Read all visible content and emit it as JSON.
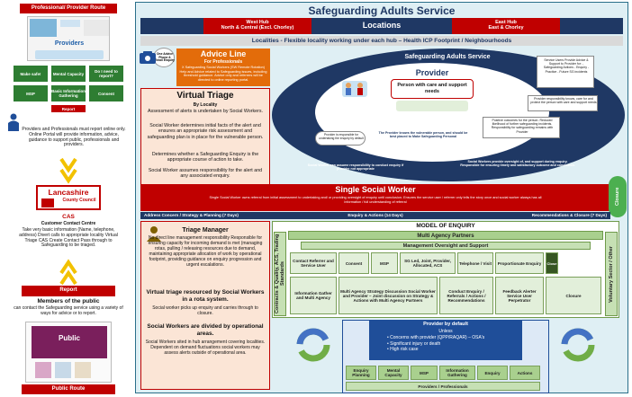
{
  "left": {
    "route_title": "Professional/ Provider Route",
    "portal_heading": "Providers",
    "buttons": [
      "Make safe!",
      "Mental Capacity",
      "Do I need to report?",
      "MSP",
      "Basic Information Gathering",
      "Consent"
    ],
    "report_label": "Report",
    "intro_text": "Providers and Professionals must report online only. Online Portal will provide information, advice, guidance to support public, professionals and providers.",
    "lcc_name": "Lancashire",
    "lcc_sub": "County Council",
    "cas_title": "CAS",
    "cas_subtitle": "Customer Contact Centre",
    "cas_text": "Take very basic information (Name, telephone, address) Divert calls to appropriate locality Virtual Triage CAS Create Contact Pass through to Safeguarding to be triaged.",
    "report_box_title": "Report",
    "members_title": "Members of the public",
    "members_text": "can contact the Safeguarding service using a variety of ways for advice or to report.",
    "public_label": "Public",
    "public_route": "Public Route"
  },
  "header": {
    "title": "Safeguarding Adults Service",
    "west_hub": "West Hub",
    "west_sub": "North & Central (Excl. Chorley)",
    "locations": "Locations",
    "east_hub": "East Hub",
    "east_sub": "East & Chorley",
    "localities": "Localities - Flexible locality working under each hub – Health ICP Footprint / Neighbourhoods"
  },
  "advice": {
    "bubble": "One Advice Phone & Email Enquiry",
    "title": "Advice Line",
    "subtitle": "For Professionals",
    "text": "X Safeguarding Social Workers (SW Remote Rotation) Help and Advice related to Safeguarding issues, including threshold guidance. Advice only and referrers will be directed to online reporting portal."
  },
  "triage": {
    "title": "Virtual Triage",
    "by": "By Locality",
    "p1": "Assessment of alerts is undertaken by Social Workers.",
    "p2": "Social Worker determines initial facts of the alert and ensures an appropriate risk assessment and safeguarding plan is in place for the vulnerable person.",
    "p3": "Determines whether a Safeguarding Enquiry is the appropriate course of action to take.",
    "p4": "Social Worker assumes responsibility for the alert and any associated enquiry."
  },
  "oval": {
    "title": "Safeguarding Adults Service",
    "provider": "Provider",
    "person": "Person with care and support needs",
    "sa_text": "Service Users Provide Advice & Support to Provider for: - Safeguarding Actions - Enquiry - Practice - Future SG incidents",
    "risk_text": "Provider responsibility knows, care for and protect the person with care and support needs",
    "positive_text": "Positive outcomes for the person. Reduced likelihood of further safeguarding incidents. Responsibility for safeguarding remains with Provider",
    "left_text": "Provider is responsible for undertaking the enquiry by default",
    "mid_text": "The Provider knows the vulnerable person, and should be best placed to Make Safeguarding Personal",
    "bl_text": "Social Worker can assume responsibility to conduct enquiry if provider not appropriate",
    "br_text": "Social Workers provide oversight of, and support during enquiry. Responsible for ensuring timely and satisfactory outcome and conclusion."
  },
  "single": {
    "title": "Single Social Worker",
    "desc": "Single Social Worker owns referral from initial assessment to undertaking and/ or providing oversight of enquiry until conclusion. Ensures the service user / referrer only tells the story once and social worker always has all information / full understanding of referral",
    "closure": "Closure",
    "stages": [
      "Address Concern / Strategy & Planning (7 Days)",
      "Enquiry & Actions (14 Days)",
      "Recommendations & Closure (7 Days)"
    ]
  },
  "manager": {
    "title": "Triage Manager",
    "text": "No direct line management responsibility Responsible for ensuring capacity for incoming demand is met (managing rotas, pulling / releasing resources due to demand, maintaining appropriate allocation of work by operational footprint, providing guidance on enquiry progression and urgent escalations.",
    "rota_title": "Virtual triage resourced by Social Workers in a rota system.",
    "rota_text": "Social worker picks up enquiry and carries through to closure.",
    "ops_title": "Social Workers are divided by operational areas.",
    "ops_text": "Social Workers sited in hub arrangement covering localities. Dependent on demand fluctuations social workers may assess alerts outside of operational area."
  },
  "model": {
    "title": "MODEL OF ENQUIRY",
    "partners": "Multi Agency Partners",
    "mgmt": "Management Oversight and Support",
    "left_vertical": "Contracts & Quality, ACS, Trading Standards",
    "right_vertical": "Voluntary Sector / Other",
    "row1": [
      "Contact Referrer and Service User",
      "Consent",
      "MSP",
      "SG Led, Joint, Provider, Allocated, ACS",
      "Telephone / Visit",
      "Proportionate Enquiry"
    ],
    "close": "Close",
    "row2": [
      "Information Gather and Multi Agency",
      "Multi Agency Strategy Discussion Social Worker and Provider – Joint discussion on Strategy & Actions with Multi Agency Partners",
      "Conduct Enquiry / Referrals / Actions / Recommendations",
      "Feedback Alerter Service User Perpetrator",
      "Closure"
    ]
  },
  "provider_default": {
    "title": "Provider by default",
    "unless": "Unless",
    "bullets": [
      "Concerns with provider (QPP/RAQAR) – OSA's",
      "Significant injury or death",
      "High risk case"
    ],
    "cells": [
      "Enquiry Planning",
      "Mental Capacity",
      "MSP",
      "Information Gathering",
      "Enquiry",
      "Actions"
    ],
    "footer": "Providers / Professionals"
  },
  "colors": {
    "navy": "#1f3864",
    "red": "#c00000",
    "green": "#2e7d32",
    "pink": "#fbe5d6"
  }
}
